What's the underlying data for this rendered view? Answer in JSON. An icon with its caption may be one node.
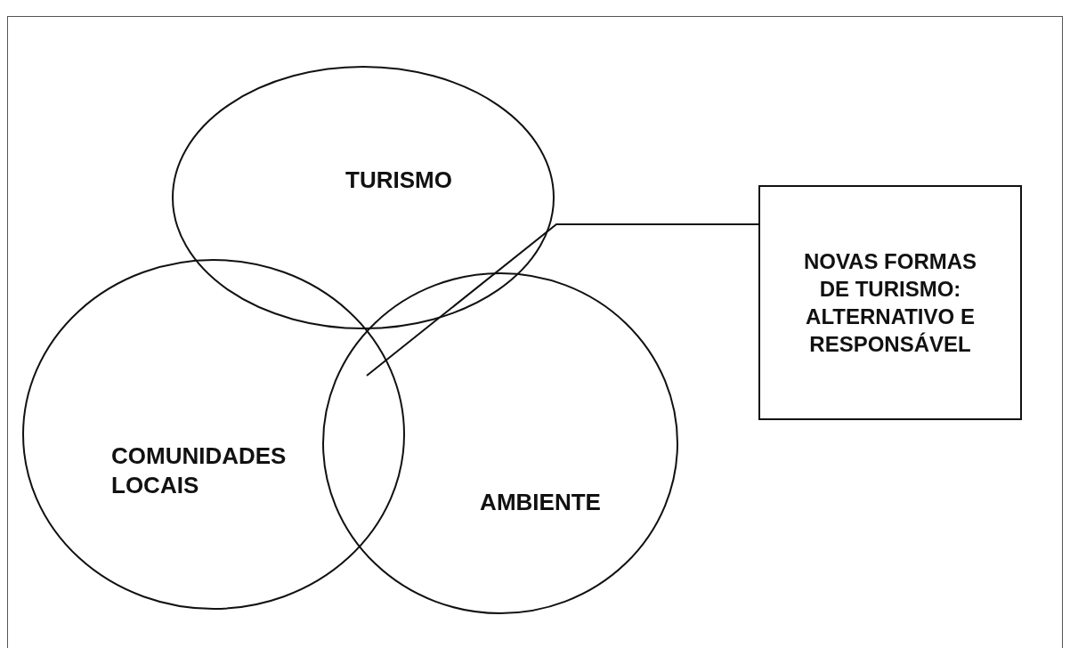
{
  "diagram": {
    "nodes": [
      {
        "text": [
          "TURISMO"
        ]
      },
      {
        "text": [
          "COMUNIDADES LOCAIS"
        ]
      },
      {
        "text": [
          "AMBIENTE"
        ]
      },
      {
        "text": [
          "NOVAS FORMAS DE TURISMO: ALTERNATIVO E RESPONSÁVEL"
        ]
      }
    ],
    "edges": [
      {
        "from": 3,
        "to": 2,
        "arrow": "none"
      }
    ]
  }
}
